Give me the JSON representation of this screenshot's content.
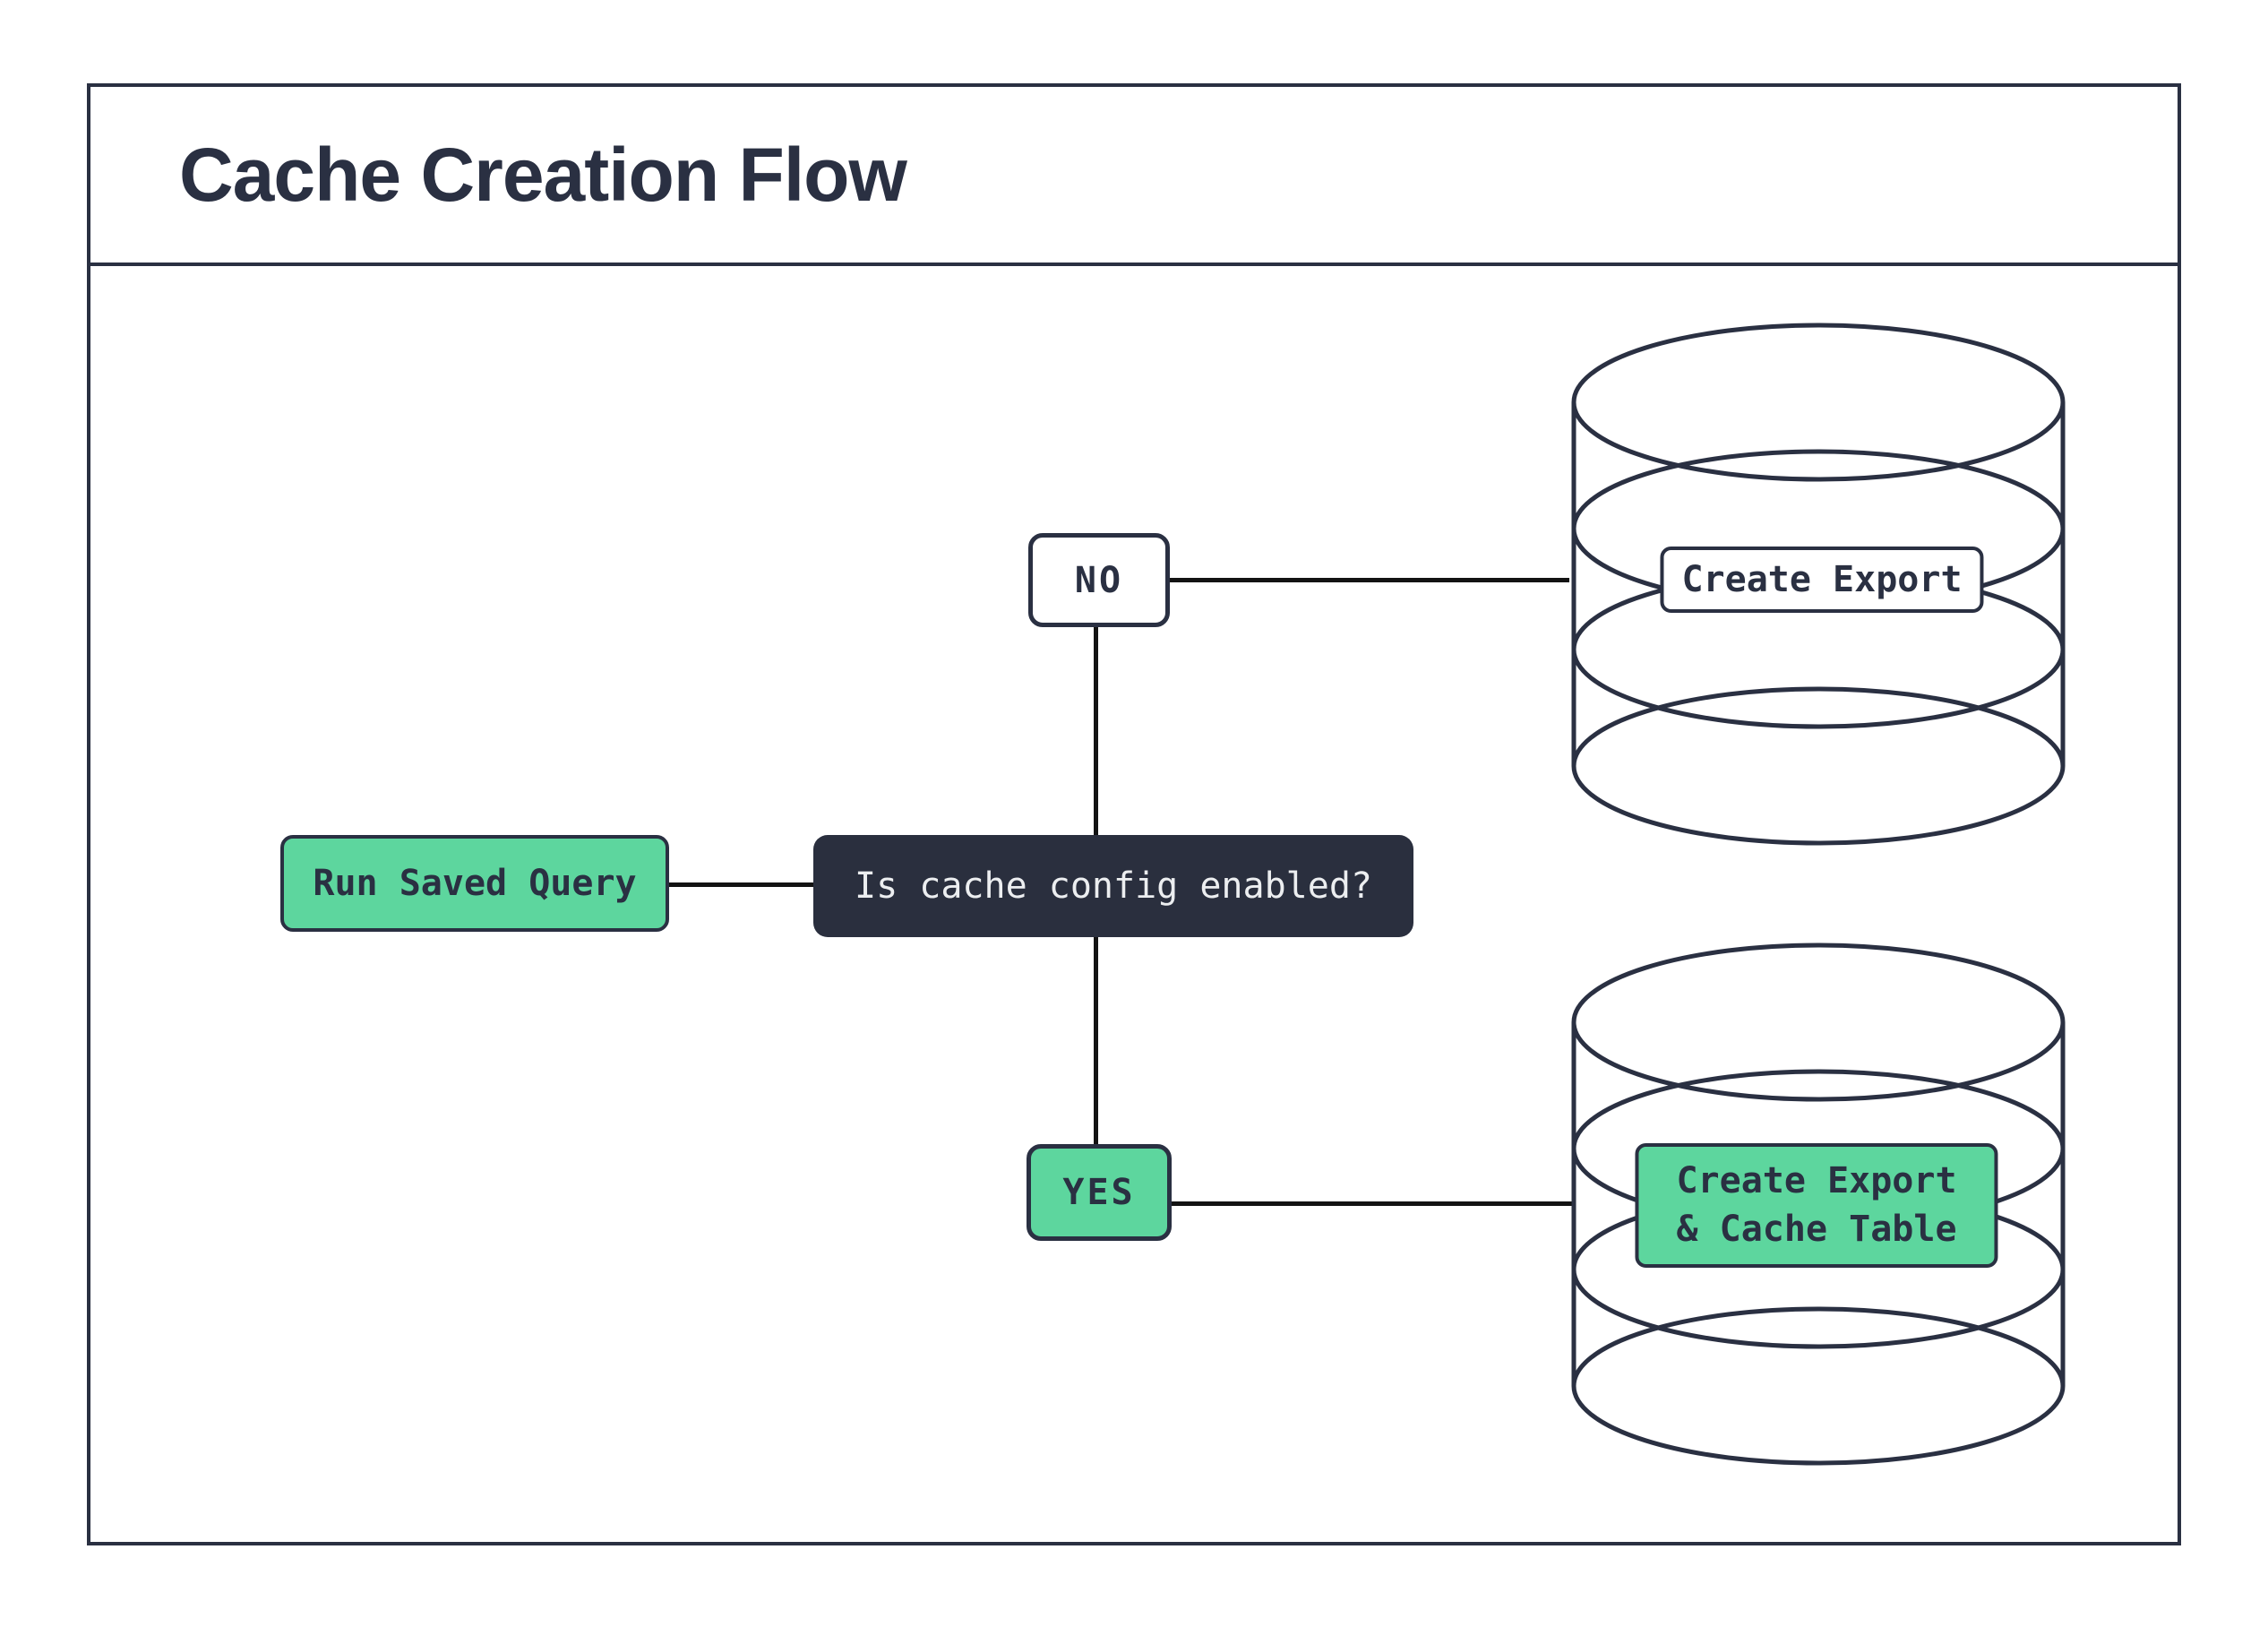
{
  "title": "Cache Creation Flow",
  "colors": {
    "ink": "#2a3042",
    "connector_line": "#131313",
    "green_fill": "#5dd69e",
    "dark_fill": "#2a2f3e",
    "light_text": "#eceef0",
    "background": "#ffffff"
  },
  "flow": {
    "start": {
      "label": "Run Saved Query"
    },
    "decision": {
      "label": "Is cache config enabled?"
    },
    "branch_no": {
      "label": "NO"
    },
    "branch_yes": {
      "label": "YES"
    },
    "no_outcome": {
      "label": "Create Export"
    },
    "yes_outcome": {
      "line1": "Create Export",
      "line2": "& Cache Table"
    }
  }
}
